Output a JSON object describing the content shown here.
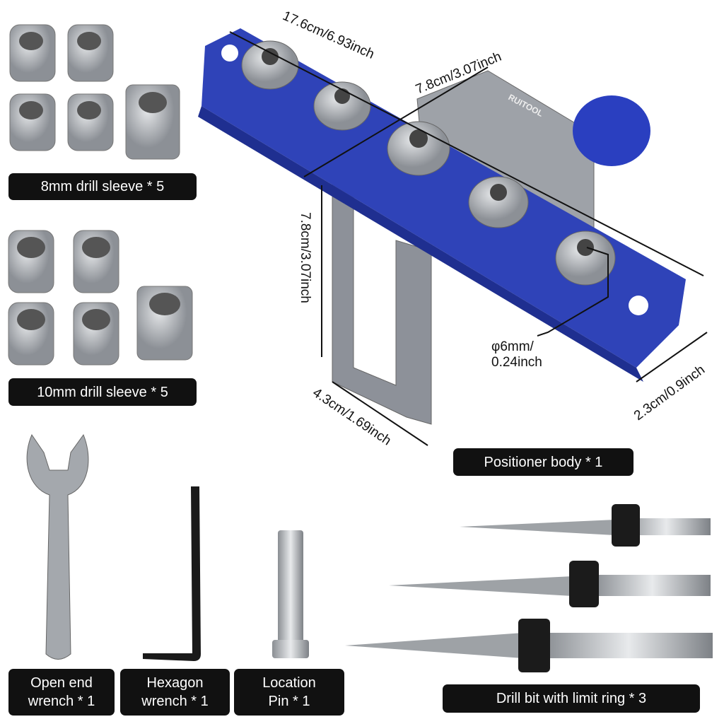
{
  "brand": "RUITOOL",
  "colors": {
    "body_blue": "#2f43b8",
    "aluminum_grey": "#8d9199",
    "steel": "#b9bcc0",
    "label_bg": "#111111"
  },
  "labels": {
    "sleeve8": "8mm drill sleeve * 5",
    "sleeve10": "10mm drill sleeve * 5",
    "positioner": "Positioner body * 1",
    "wrench_line1": "Open end",
    "wrench_line2": "wrench * 1",
    "hex_line1": "Hexagon",
    "hex_line2": "wrench * 1",
    "pin_line1": "Location",
    "pin_line2": "Pin * 1",
    "drillbit": "Drill bit with limit ring * 3"
  },
  "dimensions": {
    "length": "17.6cm/6.93inch",
    "top_width": "7.8cm/3.07inch",
    "height": "7.8cm/3.07inch",
    "foot": "4.3cm/1.69inch",
    "thickness": "2.3cm/0.9inch",
    "hole_line1": "φ6mm/",
    "hole_line2": "0.24inch"
  }
}
